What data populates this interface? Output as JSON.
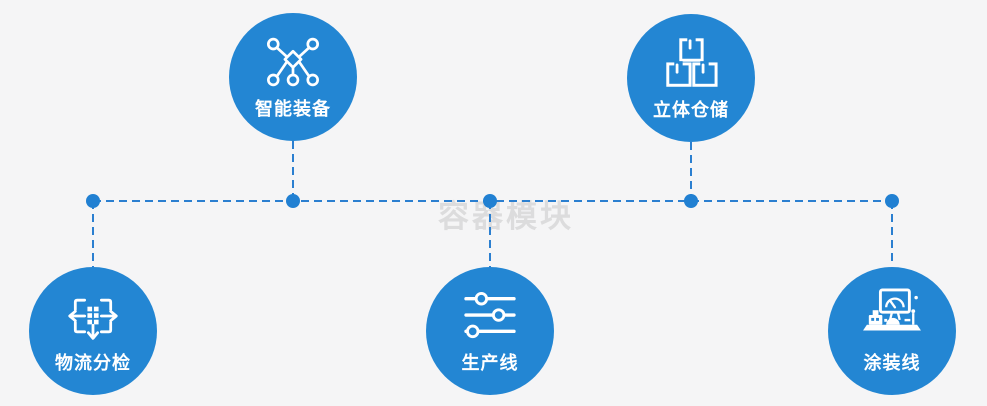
{
  "watermark": "容器模块",
  "colors": {
    "background": "#f5f5f6",
    "node_blue": "#2386d3",
    "line_blue": "#2b7fd0",
    "dot_blue": "#2180d2",
    "icon_white": "#ffffff",
    "watermark_gray": "#c9c9c9"
  },
  "nodes": [
    {
      "id": "smart-equipment",
      "label": "智能装备",
      "icon": "network-nodes-icon",
      "position": "top-left"
    },
    {
      "id": "stereo-warehouse",
      "label": "立体仓储",
      "icon": "stacked-boxes-icon",
      "position": "top-right"
    },
    {
      "id": "logistics-sorting",
      "label": "物流分检",
      "icon": "sorting-arrows-icon",
      "position": "bottom-left"
    },
    {
      "id": "production-line",
      "label": "生产线",
      "icon": "sliders-icon",
      "position": "bottom-center"
    },
    {
      "id": "painting-line",
      "label": "涂装线",
      "icon": "machine-monitor-icon",
      "position": "bottom-right"
    }
  ]
}
